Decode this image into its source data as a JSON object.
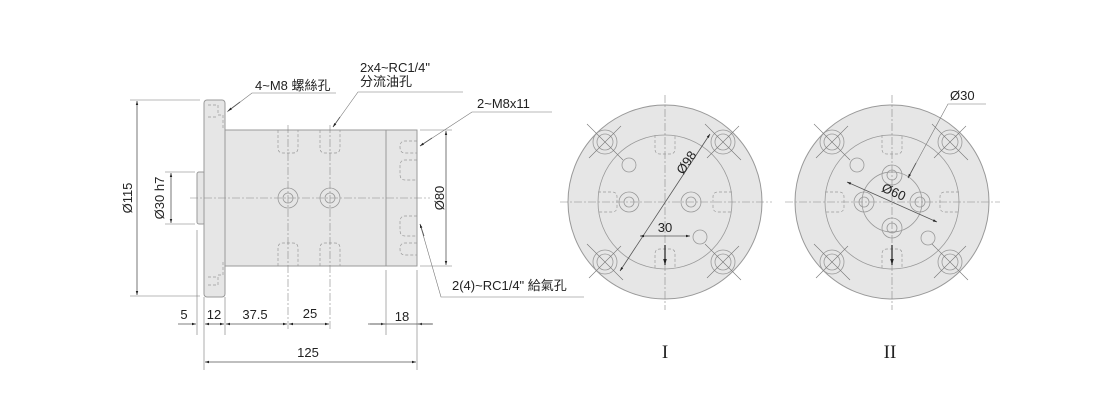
{
  "side_view": {
    "label_threads": "4~M8 螺絲孔",
    "label_oil_line1": "2x4~RC1/4\"",
    "label_oil_line2": "分流油孔",
    "label_m8x11": "2~M8x11",
    "label_air": "2(4)~RC1/4\" 給氣孔",
    "dim_d115": "Ø115",
    "dim_d30h7": "Ø30 h7",
    "dim_d80": "Ø80",
    "dim_5": "5",
    "dim_12": "12",
    "dim_37_5": "37.5",
    "dim_25": "25",
    "dim_18": "18",
    "dim_125": "125"
  },
  "view_1": {
    "caption": "I",
    "dim_d98": "Ø98",
    "dim_30": "30"
  },
  "view_2": {
    "caption": "II",
    "dim_d30": "Ø30",
    "dim_d60": "Ø60"
  }
}
